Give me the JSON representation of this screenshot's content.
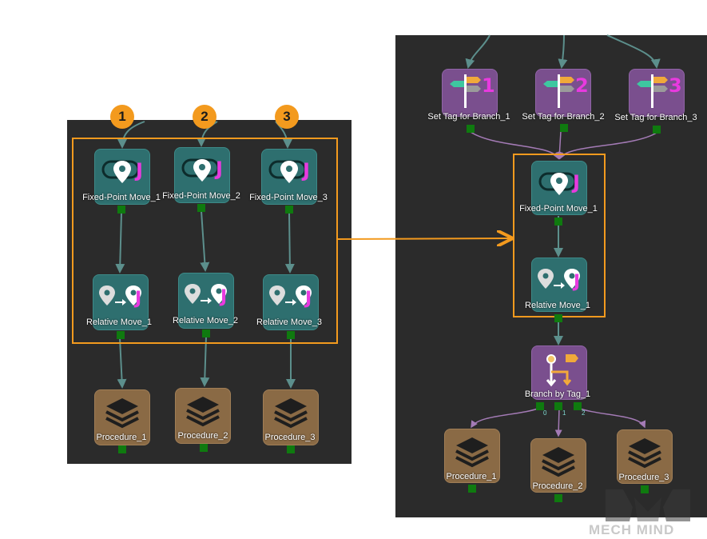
{
  "left_group": {
    "badges": [
      "1",
      "2",
      "3"
    ],
    "fixed_point_moves": [
      "Fixed-Point Move_1",
      "Fixed-Point Move_2",
      "Fixed-Point Move_3"
    ],
    "relative_moves": [
      "Relative Move_1",
      "Relative Move_2",
      "Relative Move_3"
    ],
    "procedures": [
      "Procedure_1",
      "Procedure_2",
      "Procedure_3"
    ]
  },
  "right_group": {
    "set_tags": [
      "Set Tag for Branch_1",
      "Set Tag for Branch_2",
      "Set Tag for Branch_3"
    ],
    "set_tag_numbers": [
      "1",
      "2",
      "3"
    ],
    "fixed_point_move": "Fixed-Point Move_1",
    "relative_move": "Relative Move_1",
    "branch_by_tag": "Branch by Tag_1",
    "branch_port_numbers": [
      "0",
      "1",
      "2"
    ],
    "procedures": [
      "Procedure_1",
      "Procedure_2",
      "Procedure_3"
    ]
  },
  "logo_text": "MECH MIND",
  "colors": {
    "canvas": "#2b2b2b",
    "teal_step": "#2e6f6f",
    "purple_step": "#7a4f8e",
    "brown_step": "#8a6a45",
    "highlight": "#f39a1e",
    "port": "#0f7a0f"
  }
}
